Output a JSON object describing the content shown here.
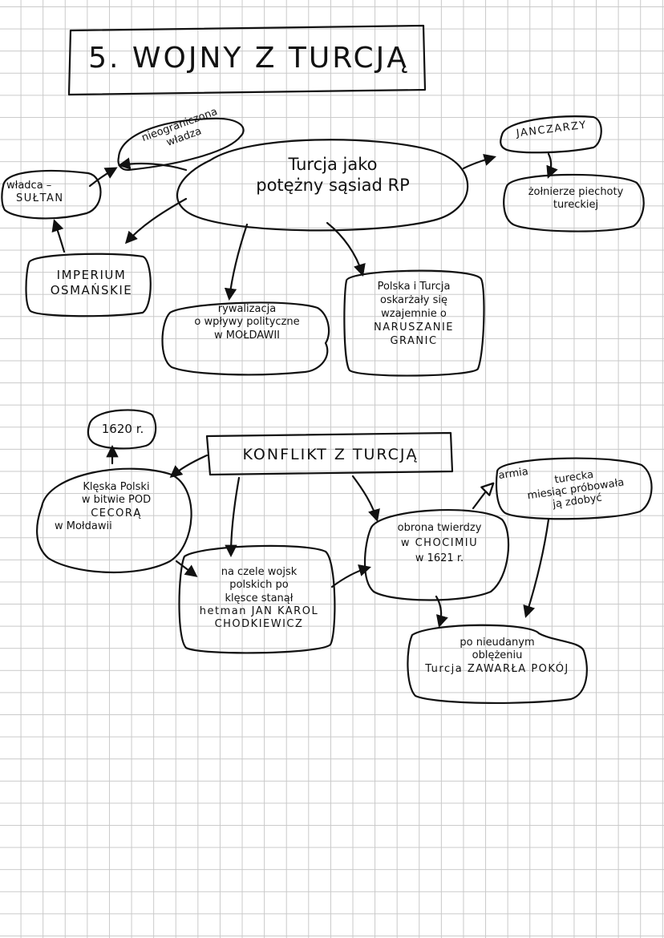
{
  "title": "5. WOJNY Z TURCJĄ",
  "section1": {
    "center": [
      "Turcja jako",
      "potężny sąsiad RP"
    ],
    "nieograniczona": [
      "nieograniczona",
      "władza"
    ],
    "wladca": [
      "władca –",
      "SUŁTAN"
    ],
    "imperium": [
      "IMPERIUM",
      "OSMAŃSKIE"
    ],
    "janczarzy": "JANCZARZY",
    "zolnierze": [
      "żołnierze piechoty",
      "tureckiej"
    ],
    "rywalizacja": [
      "rywalizacja",
      "o wpływy polityczne",
      "w MOŁDAWII"
    ],
    "oskarzenia": [
      "Polska i Turcja",
      "oskarżały się",
      "wzajemnie o",
      "NARUSZANIE",
      "GRANIC"
    ]
  },
  "section2": {
    "konflikt": "KONFLIKT Z TURCJĄ",
    "year": "1620 r.",
    "kleska": [
      "Klęska Polski",
      "w bitwie POD",
      "CECORĄ",
      "w Mołdawii"
    ],
    "hetman": [
      "na czele wojsk",
      "polskich po",
      "klęsce stanął",
      "hetman JAN KAROL",
      "CHODKIEWICZ"
    ],
    "obrona": [
      "obrona twierdzy",
      "w CHOCIMIU",
      "w 1621 r."
    ],
    "armia": [
      "armia",
      "turecka",
      "miesiąc próbowała",
      "ją zdobyć"
    ],
    "pokoj": [
      "po nieudanym",
      "oblężeniu",
      "Turcja ZAWARŁA POKÓJ"
    ]
  }
}
